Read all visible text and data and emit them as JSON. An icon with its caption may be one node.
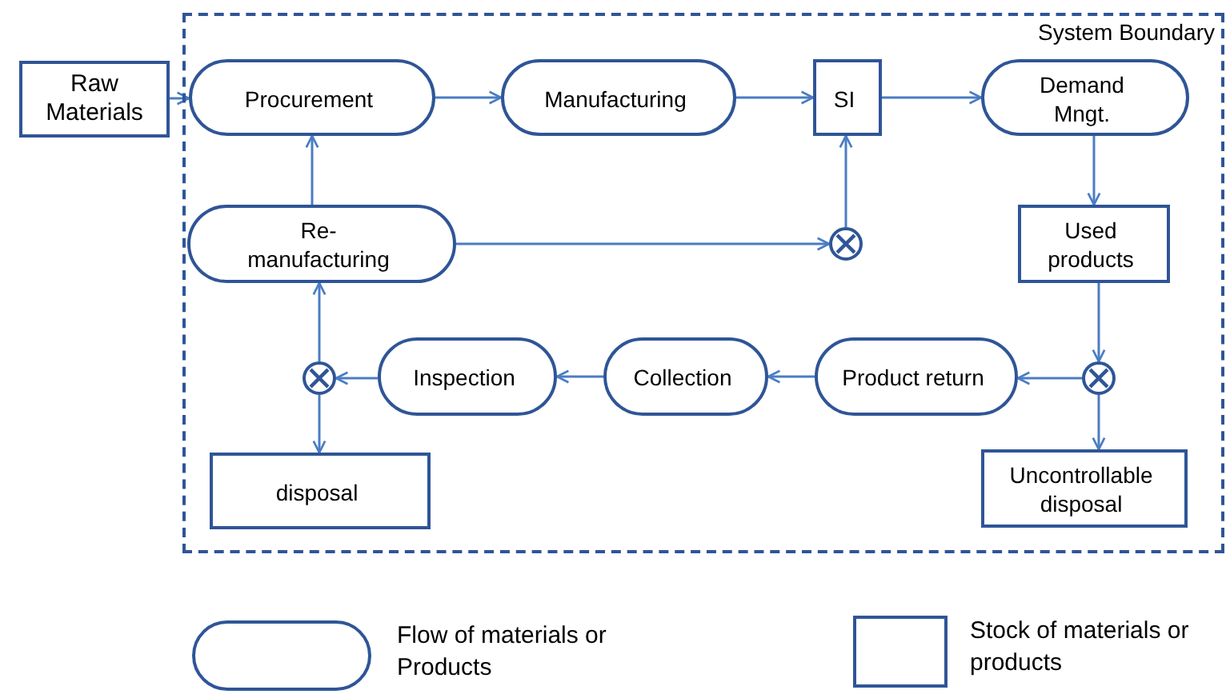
{
  "diagram": {
    "nodes": [
      {
        "text": [
          "System Boundary"
        ]
      },
      {
        "text": [
          "Raw Materials"
        ]
      },
      {
        "text": [
          "Procurement"
        ],
        "in": 0
      },
      {
        "text": [
          "Manufacturing"
        ],
        "in": 0
      },
      {
        "text": [
          "SI"
        ],
        "in": 0
      },
      {
        "text": [
          "Demand Mngt."
        ],
        "in": 0
      },
      {
        "text": [
          "Re- manufacturing"
        ],
        "in": 0
      },
      {
        "text": [],
        "shape": "circle",
        "in": 0
      },
      {
        "text": [
          "Used products"
        ],
        "in": 0
      },
      {
        "text": [],
        "shape": "circle",
        "in": 0
      },
      {
        "text": [
          "Inspection"
        ],
        "in": 0
      },
      {
        "text": [
          "Collection"
        ],
        "in": 0
      },
      {
        "text": [
          "Product return"
        ],
        "in": 0
      },
      {
        "text": [],
        "shape": "circle",
        "in": 0
      },
      {
        "text": [
          "disposal"
        ],
        "in": 0
      },
      {
        "text": [
          "Uncontrollable disposal"
        ],
        "in": 0
      }
    ],
    "edges": [
      {
        "from": 1,
        "to": 2,
        "arrow": "to"
      },
      {
        "from": 2,
        "to": 3,
        "arrow": "to"
      },
      {
        "from": 3,
        "to": 4,
        "arrow": "to"
      },
      {
        "from": 4,
        "to": 5,
        "arrow": "to"
      },
      {
        "from": 5,
        "to": 8,
        "arrow": "to"
      },
      {
        "from": 8,
        "to": 13,
        "arrow": "to"
      },
      {
        "from": 13,
        "to": 12,
        "arrow": "to"
      },
      {
        "from": 13,
        "to": 15,
        "arrow": "to"
      },
      {
        "from": 12,
        "to": 11,
        "arrow": "to"
      },
      {
        "from": 11,
        "to": 10,
        "arrow": "to"
      },
      {
        "from": 10,
        "to": 9,
        "arrow": "to"
      },
      {
        "from": 9,
        "to": 6,
        "arrow": "to"
      },
      {
        "from": 9,
        "to": 14,
        "arrow": "to"
      },
      {
        "from": 6,
        "to": 2,
        "arrow": "to"
      },
      {
        "from": 6,
        "to": 7,
        "arrow": "to"
      },
      {
        "from": 7,
        "to": 4,
        "arrow": "to"
      }
    ],
    "legend": [
      {
        "text": "Flow of materials or Products"
      },
      {
        "text": "Stock of materials or products"
      }
    ]
  }
}
